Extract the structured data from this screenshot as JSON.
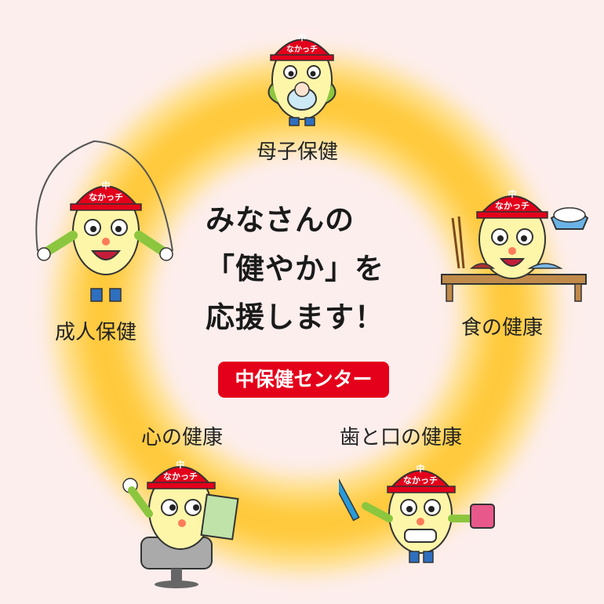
{
  "center": {
    "line1": "みなさんの",
    "line2": "「健やか」を",
    "line3": "応援します！"
  },
  "badge": {
    "label": "中保健センター"
  },
  "sections": {
    "maternal": "母子保健",
    "adult": "成人保健",
    "food": "食の健康",
    "mind": "心の健康",
    "dental": "歯と口の健康"
  },
  "mascot": {
    "cap_label": "なかっチ",
    "cap_mark": "中"
  },
  "colors": {
    "ring": "#ffc93a",
    "background": "#fdeeee",
    "badge": "#e4001b",
    "cap": "#e3001b"
  }
}
